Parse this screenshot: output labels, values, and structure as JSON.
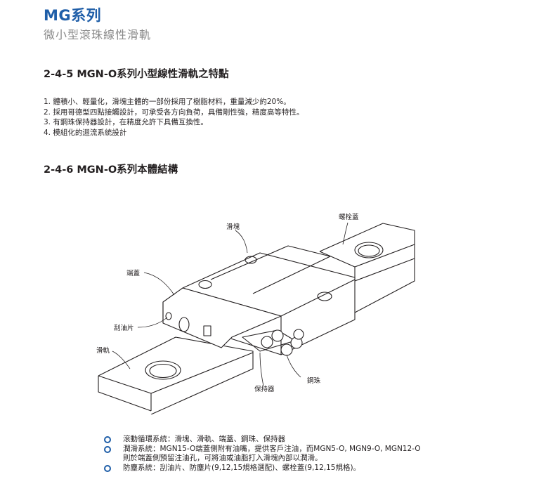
{
  "header": {
    "title": "MG系列",
    "subtitle": "微小型滾珠線性滑軌"
  },
  "section_245": {
    "heading": "2-4-5  MGN-O系列小型線性滑軌之特點",
    "items": [
      "1. 體積小、輕量化，滑塊主體的一部份採用了樹脂材料，重量減少約20%。",
      "2. 採用哥德型四點接觸設計，可承受各方向負荷，具備剛性強，精度高等特性。",
      "3. 有鋼珠保持器設計，在精度允許下具備互換性。",
      "4. 模組化的迴流系統設計"
    ]
  },
  "section_246": {
    "heading": "2-4-6  MGN-O系列本體結構"
  },
  "diagram": {
    "labels": {
      "block": "滑塊",
      "screw_cap": "螺栓蓋",
      "end_cap": "端蓋",
      "scraper": "刮油片",
      "rail": "滑軌",
      "ball": "鋼珠",
      "retainer": "保持器"
    }
  },
  "systems": [
    {
      "line1": "滾動循環系統：滑塊、滑軌、端蓋、鋼珠、保持器",
      "line2": ""
    },
    {
      "line1": "潤滑系統：MGN15-O端蓋側附有油嘴，提供客戶注油，而MGN5-O, MGN9-O, MGN12-O",
      "line2": "則於端蓋側預留注油孔，可將油或油脂打入滑塊內部以潤滑。"
    },
    {
      "line1": "防塵系統：刮油片、防塵片(9,12,15規格選配)、螺栓蓋(9,12,15規格)。",
      "line2": ""
    }
  ],
  "colors": {
    "brand_blue": "#1f5ea8",
    "subtitle_gray": "#8a8a8a",
    "text": "#231f20"
  }
}
